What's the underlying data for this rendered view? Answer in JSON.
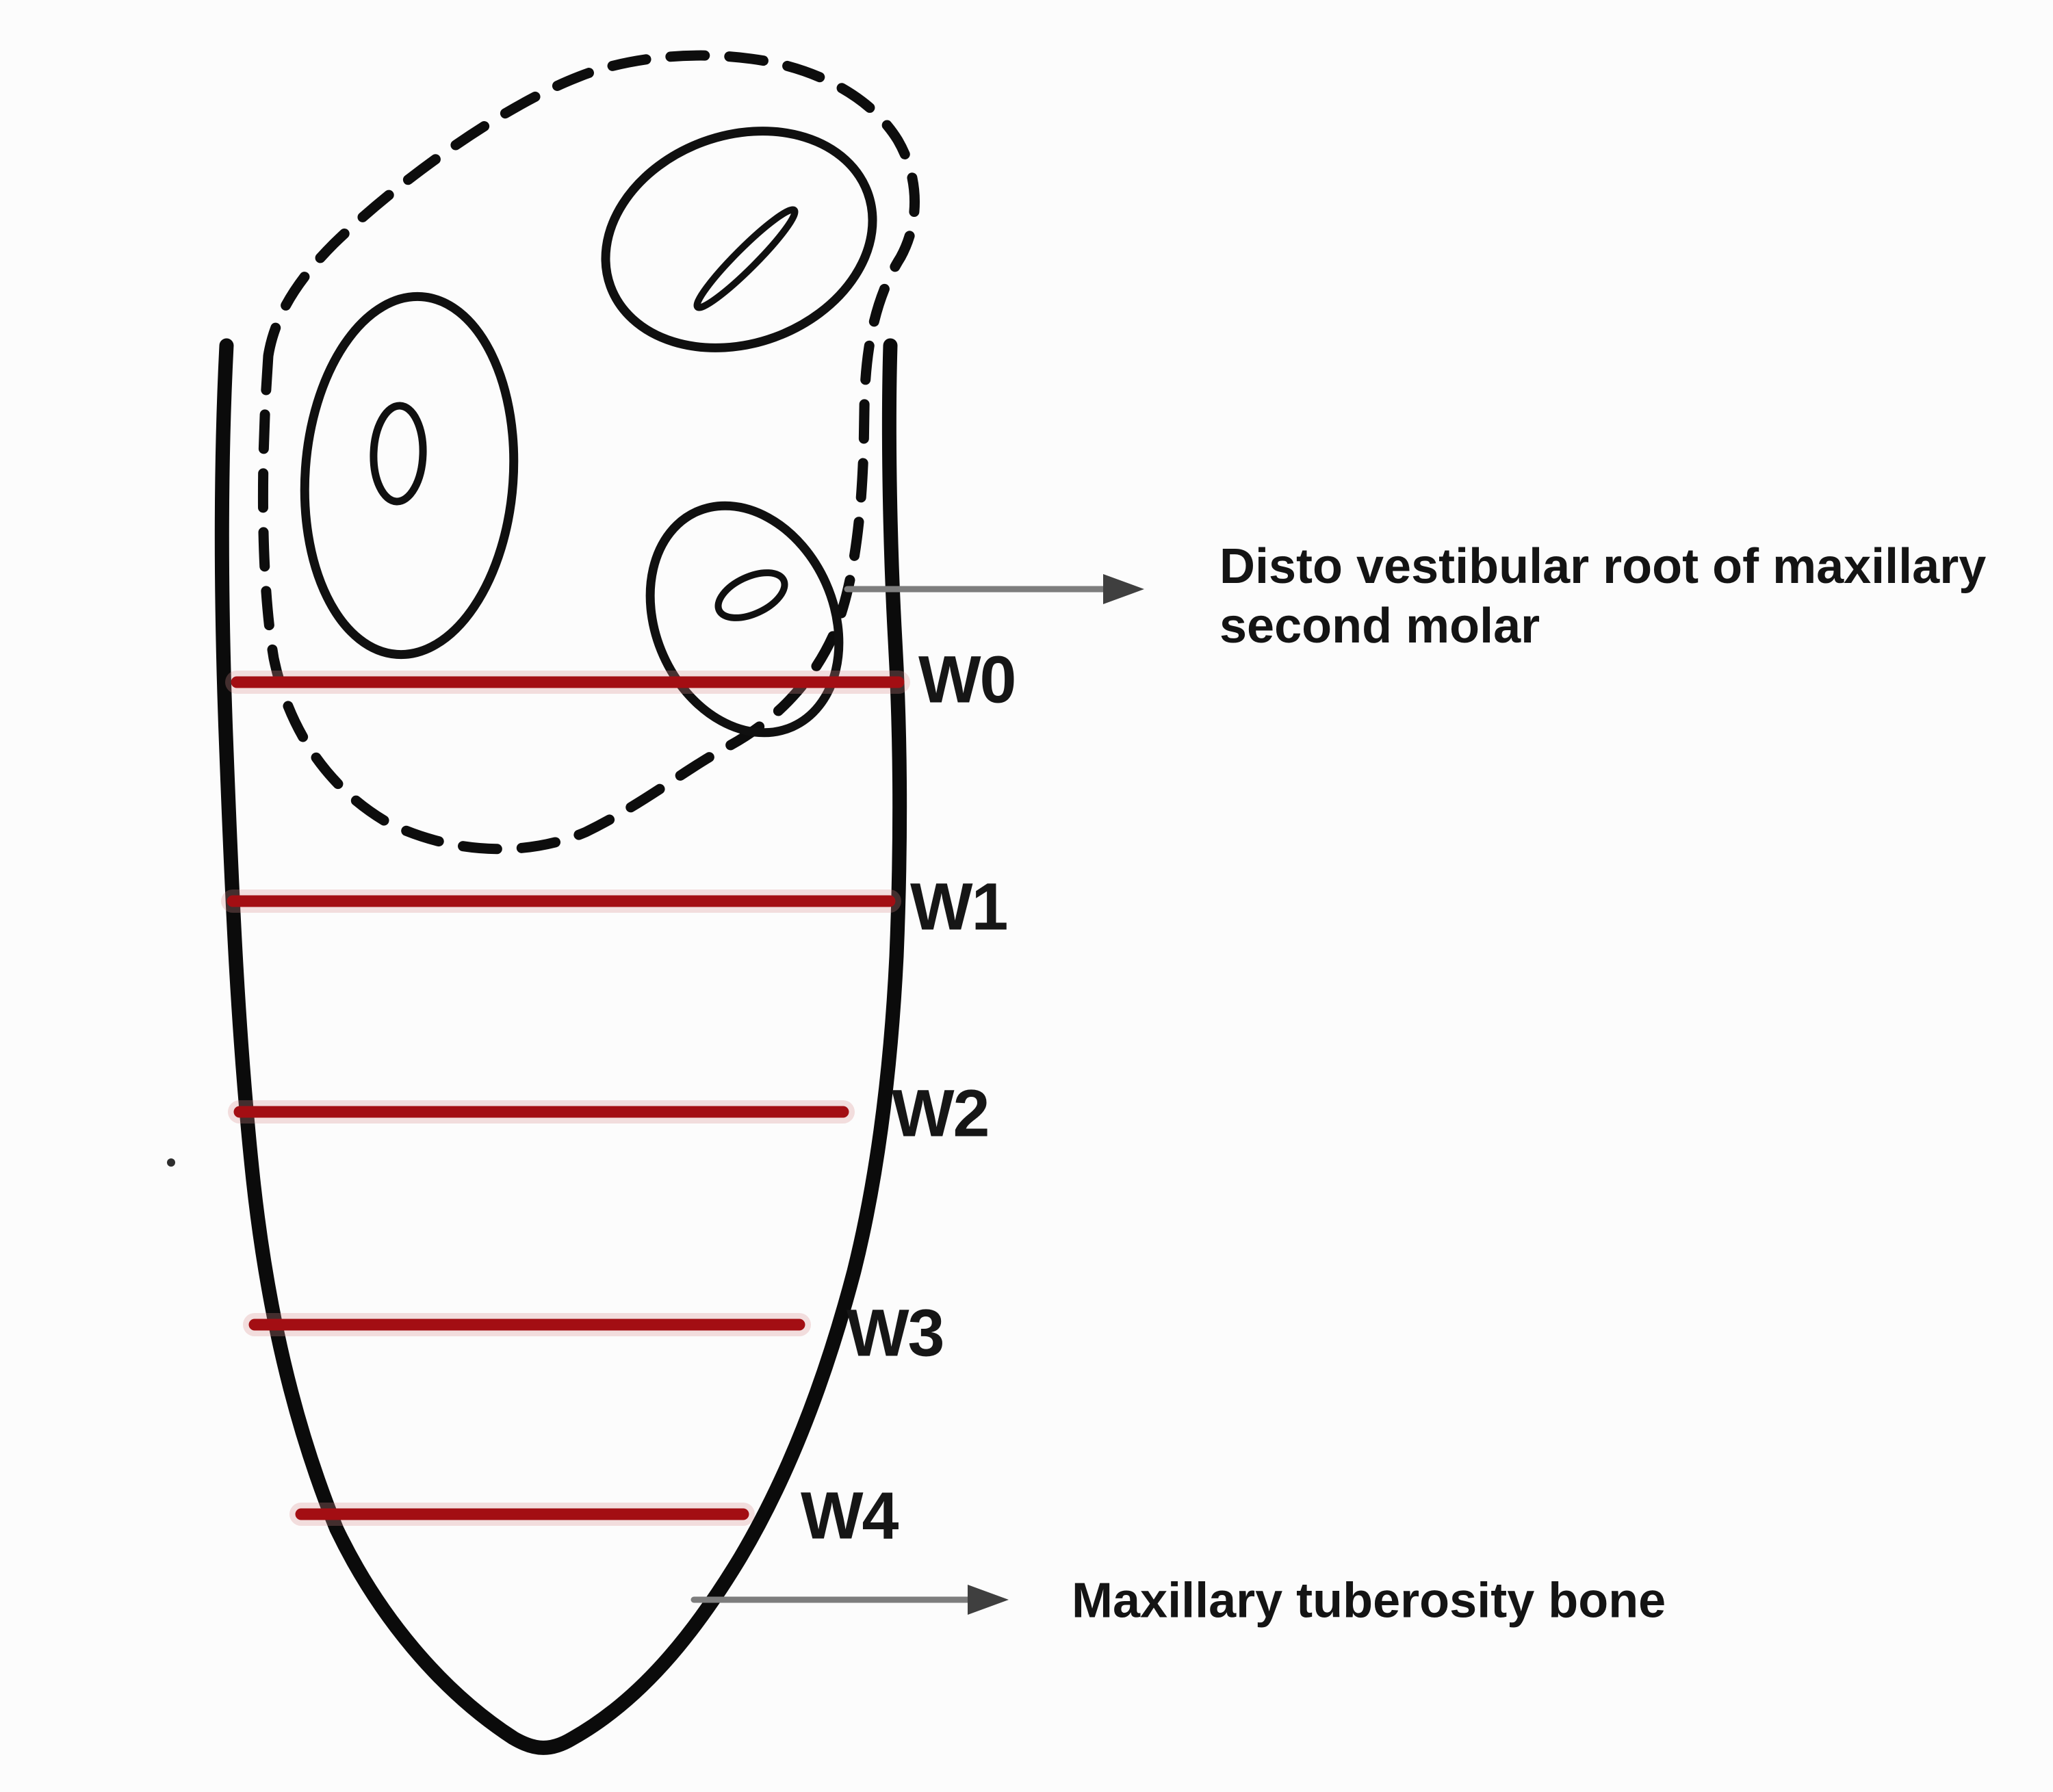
{
  "diagram": {
    "width_markers": [
      {
        "id": "W0",
        "label": "W0"
      },
      {
        "id": "W1",
        "label": "W1"
      },
      {
        "id": "W2",
        "label": "W2"
      },
      {
        "id": "W3",
        "label": "W3"
      },
      {
        "id": "W4",
        "label": "W4"
      }
    ],
    "annotations": {
      "disto_root_line1": "Disto vestibular root of maxillary",
      "disto_root_line2": "second molar",
      "tuberosity": "Maxillary tuberosity bone"
    },
    "colors": {
      "marker_line": "#a30e13",
      "marker_halo": "#d98d8d",
      "ink": "#0d0d0d",
      "arrow_shaft": "#7d7d7d",
      "arrow_head": "#3f3f3f",
      "text": "#141414"
    }
  }
}
